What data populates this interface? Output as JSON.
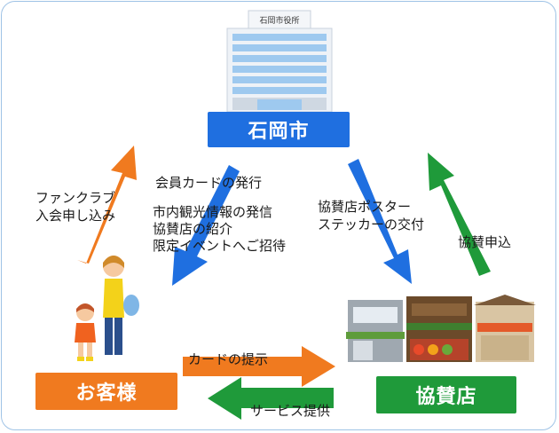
{
  "nodes": {
    "city_hall_sign": "石岡市役所",
    "city": "石岡市",
    "customer": "お客様",
    "shop": "協賛店"
  },
  "labels": {
    "fanclub": [
      "ファンクラブ",
      "入会申し込み"
    ],
    "card_issue": "会員カードの発行",
    "city_info": [
      "市内観光情報の発信",
      "協賛店の紹介",
      "限定イベントへご招待"
    ],
    "poster": [
      "協賛店ポスター",
      "ステッカーの交付"
    ],
    "partner_application": "協賛申込",
    "card_presentation": "カードの提示",
    "service": "サービス提供"
  },
  "colors": {
    "city_blue": "#1f6fe0",
    "customer_orange": "#f07a1f",
    "shop_green": "#1f9a3a",
    "frame_border": "#9fc3e6"
  },
  "icons": [
    "city-hall-building-icon",
    "customers-illustration",
    "partner-shops-illustration"
  ]
}
